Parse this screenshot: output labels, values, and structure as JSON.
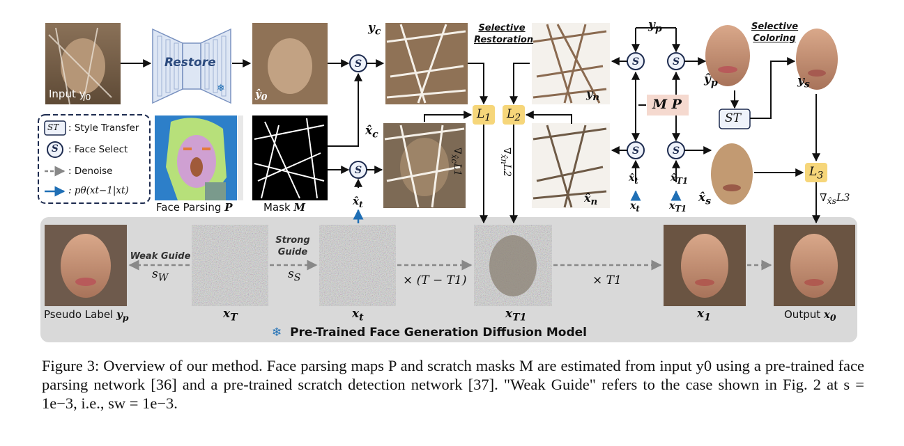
{
  "figure": {
    "restore_label": "Restore",
    "input_label": "Input y",
    "input_sub": "0",
    "y0_hat_label": "ŷ",
    "y0_hat_sub": "0",
    "face_parsing_label": "Face Parsing",
    "face_parsing_sym": "P",
    "mask_label": "Mask",
    "mask_sym": "M",
    "yc_label": "y",
    "yc_sub": "c",
    "xc_label": "x̂",
    "xc_sub": "c",
    "xt_hat_label": "x̂",
    "xt_hat_sub": "t",
    "selective_restoration": [
      "Selective",
      "Restoration"
    ],
    "selective_coloring": [
      "Selective",
      "Coloring"
    ],
    "yp_label": "y",
    "yp_sub": "p",
    "yn_label": "y",
    "yn_sub": "n",
    "xn_label": "x̂",
    "xn_sub": "n",
    "yp_hat_label": "ŷ",
    "yp_hat_sub": "p",
    "ys_label": "y",
    "ys_sub": "s",
    "xs_hat_label": "x̂",
    "xs_hat_sub": "s",
    "mp_label": "M P",
    "st_label": "ST",
    "s_symbol": "S",
    "L1": "L",
    "L1_sub": "1",
    "L2": "L",
    "L2_sub": "2",
    "L3": "L",
    "L3_sub": "3",
    "grad1": "∇",
    "grad1_sub": "x̂c",
    "grad1_loss": "L1",
    "grad2": "∇",
    "grad2_sub": "x̂n",
    "grad2_loss": "L2",
    "grad3": "∇",
    "grad3_sub": "x̂s",
    "grad3_loss": "L3",
    "xt_label": "x",
    "xt_sub": "t",
    "xT1_label": "x",
    "xT1_sub": "T1",
    "xt_hat2_label": "x̂",
    "xt_hat2_sub": "t",
    "xT1_hat_label": "x̂",
    "xT1_hat_sub": "T1"
  },
  "legend": {
    "items": [
      {
        "symbol": "ST",
        "text": ": Style Transfer"
      },
      {
        "symbol": "S",
        "text": ": Face Select"
      },
      {
        "symbol": "dash-arrow",
        "text": ": Denoise"
      },
      {
        "symbol": "blue-arrow",
        "text": ": pθ(xt−1|xt)"
      }
    ]
  },
  "diffusion": {
    "pseudo_label": "Pseudo Label",
    "pseudo_sym": "y",
    "pseudo_sub": "p",
    "weak_guide": [
      "Weak Guide"
    ],
    "sw": "s",
    "sw_sub": "W",
    "strong_guide": [
      "Strong",
      "Guide"
    ],
    "ss": "s",
    "ss_sub": "S",
    "xT": "x",
    "xT_sub": "T",
    "xt": "x",
    "xt_sub": "t",
    "xT1": "x",
    "xT1_sub": "T1",
    "x1": "x",
    "x1_sub": "1",
    "output_label": "Output",
    "x0": "x",
    "x0_sub": "0",
    "times_T_minus": "× (T − T1)",
    "times_T1": "× T1",
    "banner": "Pre-Trained Face Generation Diffusion Model"
  },
  "caption": "Figure 3: Overview of our method. Face parsing maps P and scratch masks M are estimated from input y0 using a pre-trained face parsing network [36] and a pre-trained scratch detection network [37]. \"Weak Guide\" refers to the case shown in Fig. 2 at s = 1e−3, i.e., sw = 1e−3.",
  "colors": {
    "accent_blue": "#1f6fb5",
    "loss_box": "#f6d67a",
    "mp_box": "#f5d9cf",
    "panel_gray": "#d9d9d9",
    "navy": "#1d2b4f"
  }
}
